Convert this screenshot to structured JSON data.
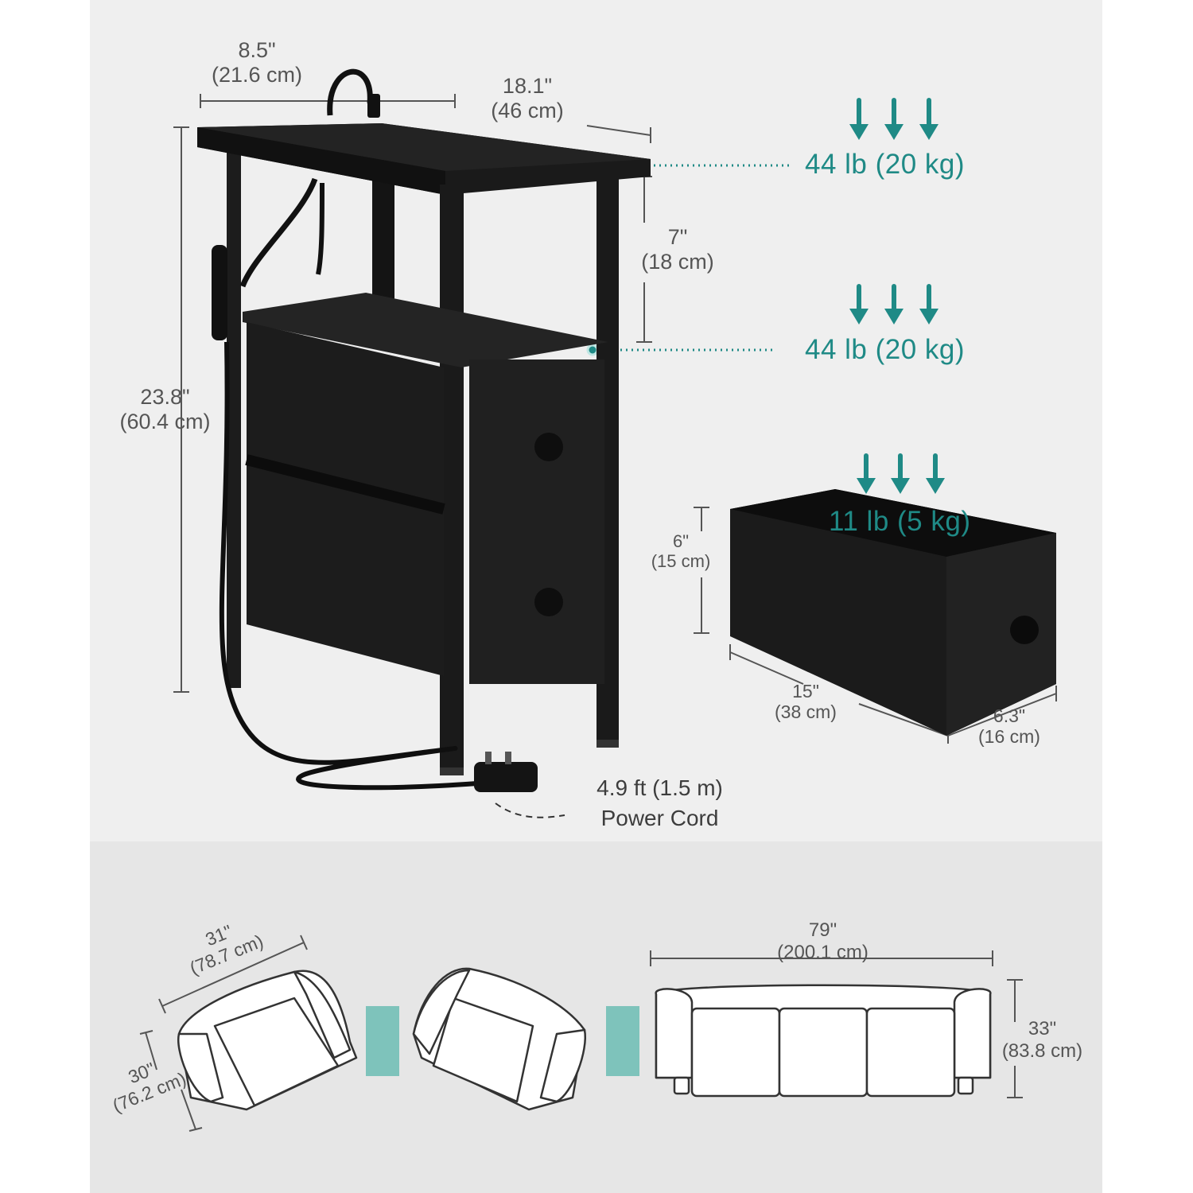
{
  "colors": {
    "accent": "#1f8a86",
    "furniture": "#161616",
    "label": "#555555"
  },
  "table": {
    "depth": {
      "inch": "8.5\"",
      "cm": "(21.6 cm)"
    },
    "width": {
      "inch": "18.1\"",
      "cm": "(46 cm)"
    },
    "height": {
      "inch": "23.8\"",
      "cm": "(60.4 cm)"
    },
    "shelf_gap": {
      "inch": "7\"",
      "cm": "(18 cm)"
    },
    "top_load": "44 lb (20 kg)",
    "shelf_load": "44 lb (20 kg)"
  },
  "drawer": {
    "load": "11 lb (5 kg)",
    "height": {
      "inch": "6\"",
      "cm": "(15 cm)"
    },
    "length": {
      "inch": "15\"",
      "cm": "(38 cm)"
    },
    "width": {
      "inch": "6.3\"",
      "cm": "(16 cm)"
    }
  },
  "cord": {
    "length": "4.9 ft (1.5 m)",
    "label": "Power Cord"
  },
  "furniture": {
    "armchair": {
      "width": {
        "inch": "31\"",
        "cm": "(78.7 cm)"
      },
      "depth": {
        "inch": "30\"",
        "cm": "(76.2 cm)"
      }
    },
    "sofa": {
      "width": {
        "inch": "79\"",
        "cm": "(200.1 cm)"
      },
      "height": {
        "inch": "33\"",
        "cm": "(83.8 cm)"
      }
    }
  }
}
